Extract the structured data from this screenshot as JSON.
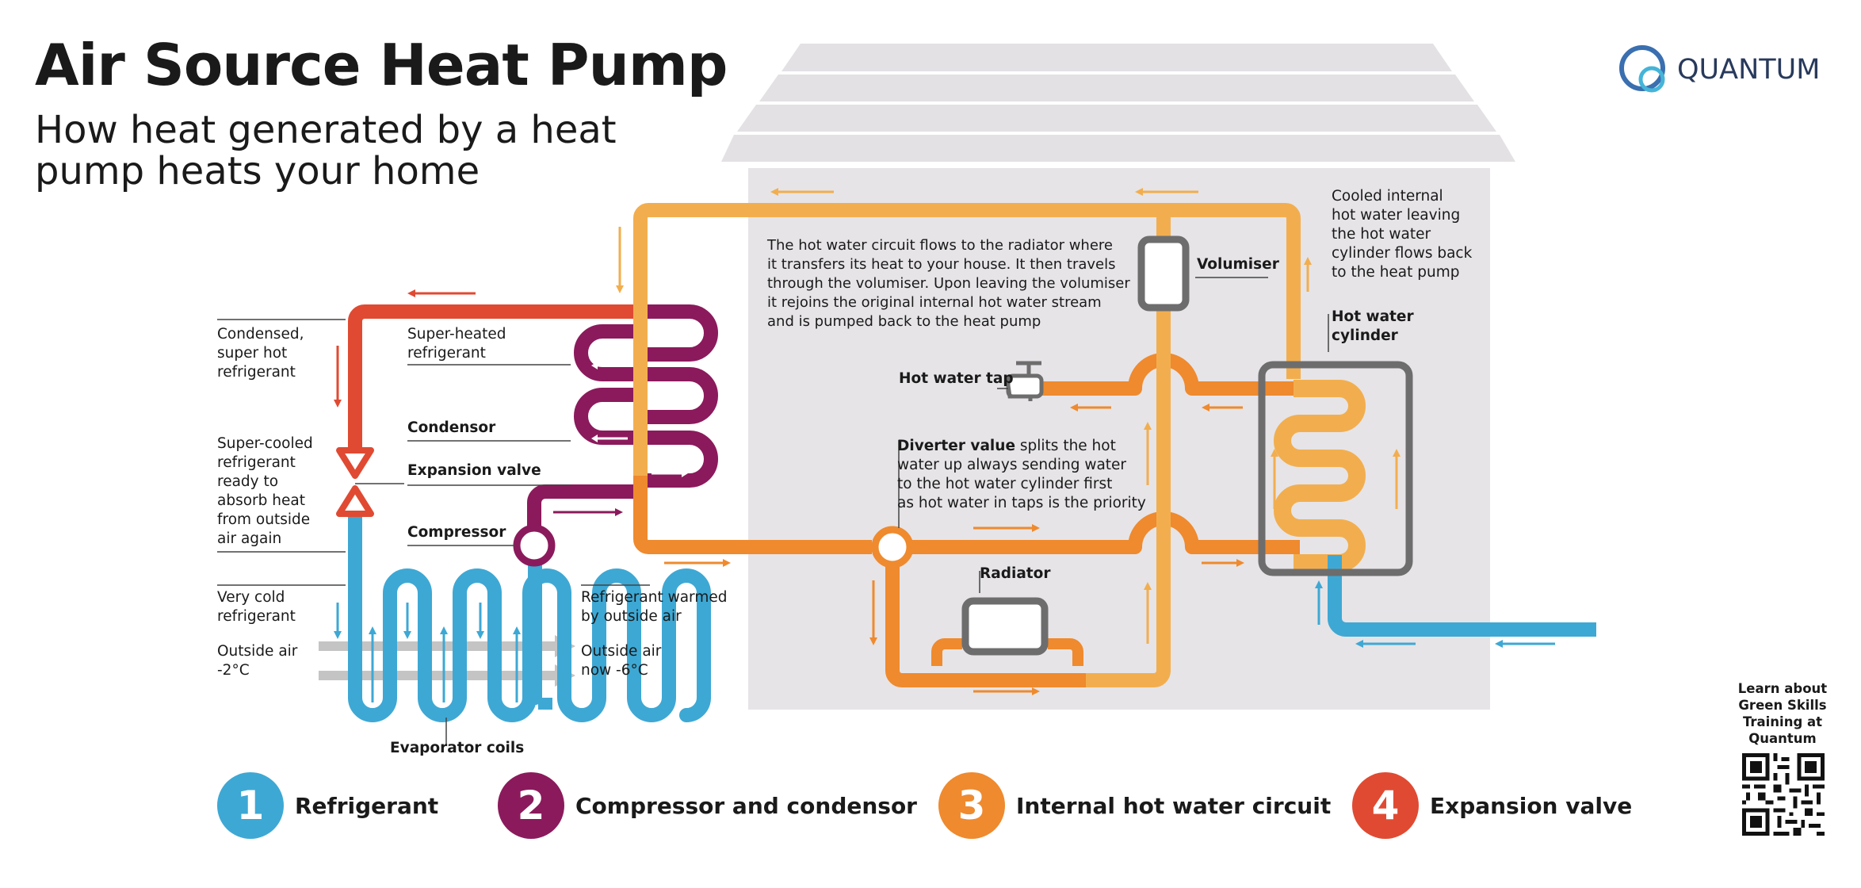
{
  "header": {
    "title": "Air Source Heat Pump",
    "subtitle": "How heat generated by a heat\npump heats your home"
  },
  "brand": {
    "name": "QUANTUM"
  },
  "colors": {
    "refrigerant": "#3EA8D4",
    "compressor": "#8B1A5C",
    "hot_water": "#EF8A2E",
    "cool_water": "#F2AE4E",
    "expansion": "#E04A32",
    "house": "#E6E4E7",
    "roof": "#E3E1E4",
    "fixture": "#6D6D6D"
  },
  "labels": {
    "condensed": "Condensed,\nsuper hot\nrefrigerant",
    "superheated": "Super-heated\nrefrigerant",
    "condensor": "Condensor",
    "expansion_valve": "Expansion valve",
    "supercooled": "Super-cooled\nrefrigerant\nready to\nabsorb heat\nfrom outside\nair again",
    "compressor": "Compressor",
    "very_cold": "Very cold\nrefrigerant",
    "outside_in": "Outside air\n-2°C",
    "refrigerant_warmed": "Refrigerant warmed\nby outside air",
    "outside_out": "Outside air\nnow -6°C",
    "evaporator": "Evaporator coils",
    "circuit_note": "The hot water circuit flows to the radiator where\nit transfers its heat to your house. It then travels\nthrough the volumiser. Upon leaving the volumiser\nit rejoins the original internal hot water stream\nand is pumped back to the heat pump",
    "volumiser": "Volumiser",
    "cooled_note": "Cooled internal\nhot water leaving\nthe hot water\ncylinder flows back\nto the heat pump",
    "cylinder": "Hot water\ncylinder",
    "tap": "Hot water tap",
    "diverter_bold": "Diverter value",
    "diverter_rest": " splits the hot\nwater up always sending water\nto the hot water cylinder first\nas hot water in taps is the priority",
    "radiator": "Radiator"
  },
  "legend": [
    {
      "num": "1",
      "label": "Refrigerant",
      "color": "#3EA8D4"
    },
    {
      "num": "2",
      "label": "Compressor and condensor",
      "color": "#8B1A5C"
    },
    {
      "num": "3",
      "label": "Internal hot water circuit",
      "color": "#EF8A2E"
    },
    {
      "num": "4",
      "label": "Expansion valve",
      "color": "#E04A32"
    }
  ],
  "qr": {
    "caption": "Learn about\nGreen Skills\nTraining at\nQuantum"
  }
}
